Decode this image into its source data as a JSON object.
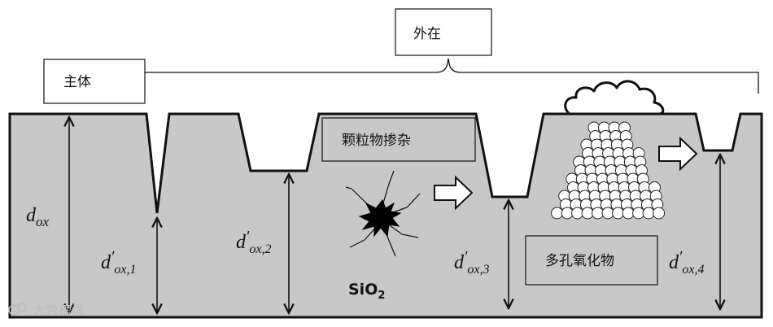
{
  "labels": {
    "extrinsic": "外在",
    "intrinsic": "主体",
    "particle": "颗粒物掺杂",
    "porous_oxide": "多孔氧化物",
    "material": "SiO",
    "material_sub": "2"
  },
  "thickness": {
    "base": "d",
    "base_sub": "ox",
    "prime": "′",
    "d1_sub": "ox,1",
    "d2_sub": "ox,2",
    "d3_sub": "ox,3",
    "d4_sub": "ox,4"
  },
  "watermark": "大数榜境",
  "colors": {
    "oxide_fill": "#c8c8c8",
    "outline": "#111111",
    "defect": "#000000"
  }
}
